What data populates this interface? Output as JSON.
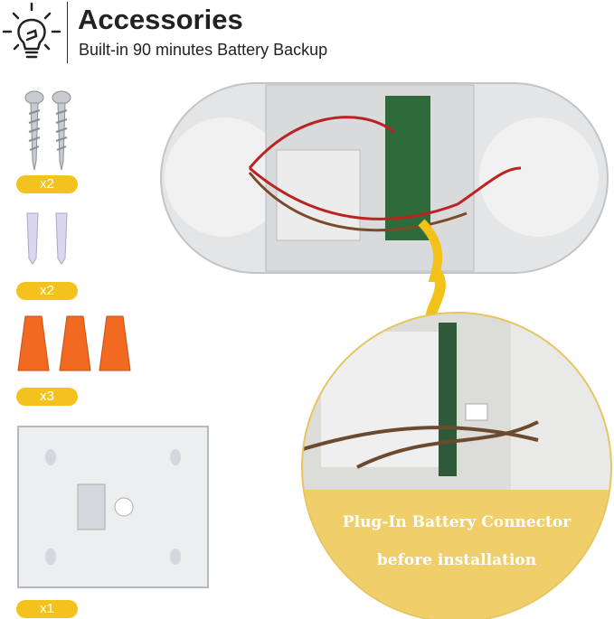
{
  "header": {
    "title": "Accessories",
    "subtitle": "Built-in 90 minutes Battery Backup",
    "icon": "lightbulb-icon"
  },
  "accessories": [
    {
      "item": "screw",
      "label": "x2"
    },
    {
      "item": "wall-anchor",
      "label": "x2"
    },
    {
      "item": "wire-nut",
      "label": "x3"
    },
    {
      "item": "mounting-plate",
      "label": "x1"
    }
  ],
  "callout": {
    "line1": "Plug-In Battery Connector",
    "line2": "before installation"
  },
  "colors": {
    "label_pill": "#f4c21e",
    "callout_yellow": "#f0cf6a",
    "wire_nut": "#f26a21",
    "arrow": "#f2c21b"
  }
}
